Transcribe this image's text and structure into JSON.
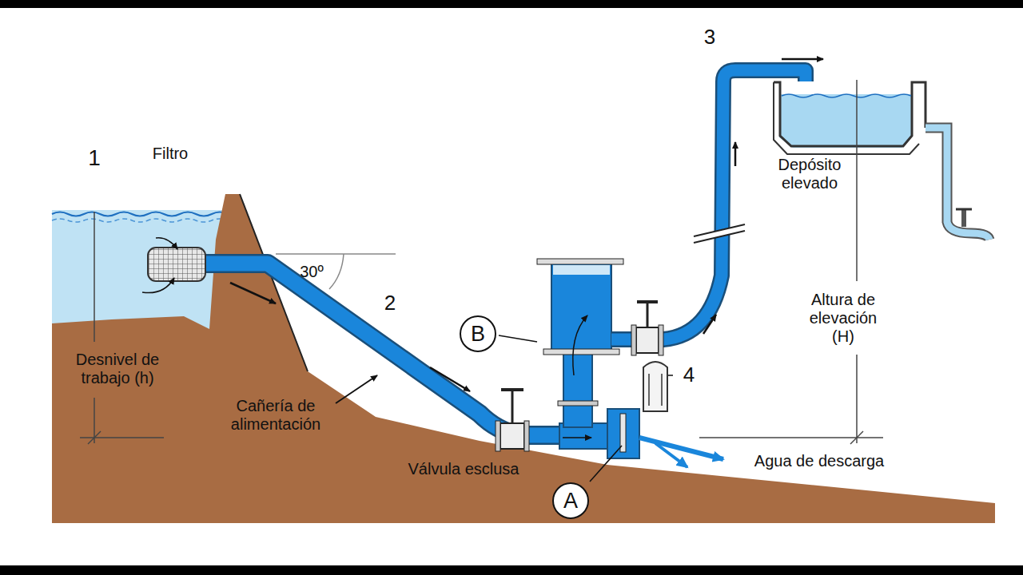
{
  "diagram": {
    "nodes": [
      {
        "text": [
          "B"
        ]
      },
      {
        "text": [
          "A"
        ]
      }
    ],
    "labels": [
      "1",
      "Filtro",
      "30º",
      "2",
      "3",
      "Depósito elevado",
      "Altura de elevación (H)",
      "Desnivel de trabajo (h)",
      "Cañería de alimentación",
      "4",
      "Válvula esclusa",
      "Agua de descarga"
    ]
  }
}
